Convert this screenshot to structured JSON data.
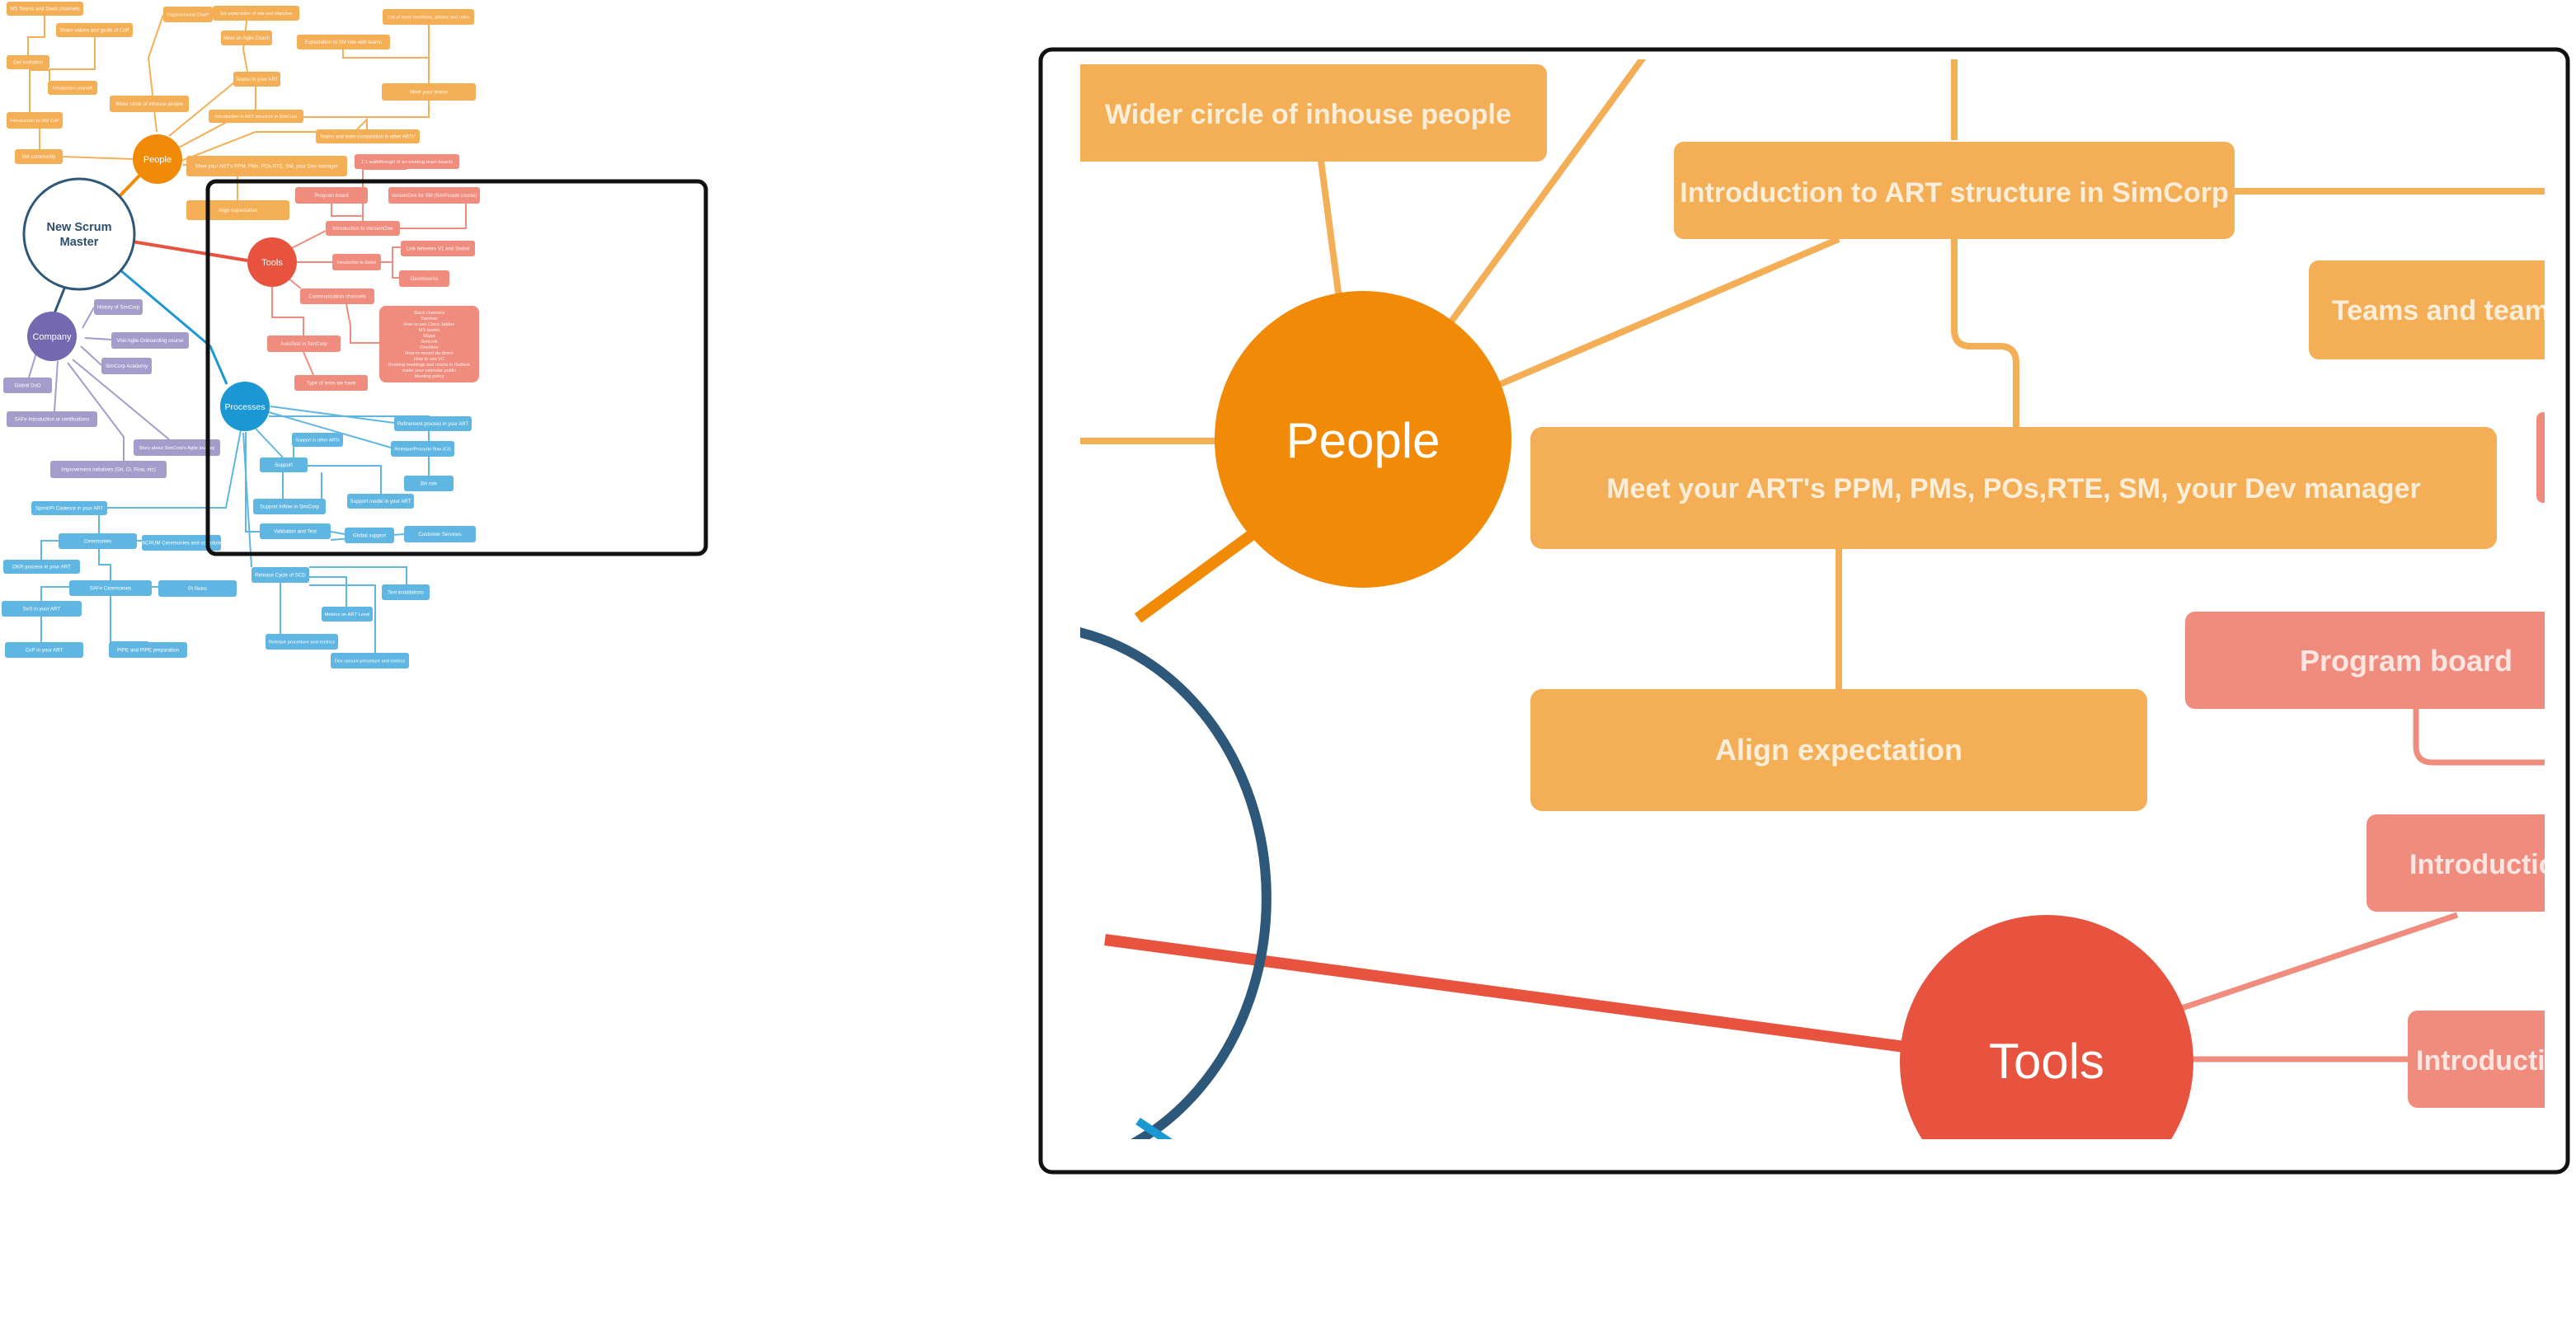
{
  "colors": {
    "people": "#f08a07",
    "people_box": "#f4ae55",
    "tools": "#e8533f",
    "tools_box": "#f08c7d",
    "company": "#7468b0",
    "company_box": "#a49ccb",
    "processes": "#1b98d4",
    "processes_box": "#5fb6e2",
    "center_stroke": "#2d5879",
    "center_text": "#2d4e6c"
  },
  "center": {
    "label": "New Scrum Master"
  },
  "branches": {
    "people": "People",
    "tools": "Tools",
    "company": "Company",
    "processes": "Processes"
  },
  "people_nodes": [
    "MS Teams and Slack channels",
    "Share values and goals of CoP",
    "Get invitation",
    "Introduction yourself",
    "Introduction to SM CoP",
    "SM community",
    "Organizational Chart*",
    "Set expectation of role and objective",
    "Meet an Agile Coach",
    "List of team members, photos and roles",
    "Expectation to SM role with teams",
    "Teams in your ART",
    "Meet your teams",
    "Wider circle of inhouse people",
    "Introduction to ART structure in SimCorp",
    "Teams and team composition in other ARTs*",
    "Meet your ART's PPM, PMs, POs,RTE, SM, your Dev manager",
    "Align expectation"
  ],
  "tools_nodes": [
    "1:1 walkthrough of an existing team boards",
    "Program board",
    "VersionOne for SM (SimPeople course)",
    "Introduction to VersionOne",
    "Link between V1 and Siebel",
    "Introduction to Siebel",
    "Dashboards",
    "Communication channels",
    "AutoTest in SimCorp",
    "Type of tests we have"
  ],
  "communication_list": [
    "Slack channels",
    "Yammer",
    "How to use Cisco Jabber",
    "MS teams",
    "Skype",
    "SimLink",
    "OneNote",
    "How to record da demo",
    "How to use VC",
    "Booking meetings and rooms in Outlook",
    "make your calendar public",
    "Meeting policy"
  ],
  "company_nodes": [
    "History of SimCorp",
    "Visit Agile Onboarding course",
    "SimCorp Academy",
    "Global DoD",
    "SAFe Introduction or certifications",
    "Story about SimCorp's Agile journey",
    "Improvement initiatives (Git, CI, Flow, etc)"
  ],
  "processes_nodes": [
    "Refinement process in your ART",
    "Support in other ARTs",
    "Release/Promote flow (CI)",
    "Support",
    "BA role",
    "Support model in your ART",
    "Support Inflow in SimCorp",
    "Validation and Test",
    "Global support",
    "Customer Services",
    "Sprint/PI Cadence in your ART",
    "Ceremonies",
    "SCRUM Ceremonies and schedule",
    "OKR process in your ART",
    "SAFe Ceremonies",
    "PI Retro",
    "SoS in your ART",
    "CoP in your ART",
    "PIPE and PIPE preparation",
    "Release Cycle of SCD",
    "Test installations",
    "Metrics on ART Level",
    "Release procedure and metrics",
    "Dev closure procedure and metrics"
  ],
  "zoom_labels": {
    "wider": "Wider circle of inhouse people",
    "intro_art": "Introduction to ART structure in SimCorp",
    "teams_cut": "Teams and team",
    "meet_art": "Meet your ART's PPM, PMs, POs,RTE, SM, your Dev manager",
    "program_board": "Program board",
    "align": "Align expectation",
    "intro_cut_1": "Introductio",
    "intro_cut_2": "Introductio",
    "people": "People",
    "tools": "Tools"
  }
}
